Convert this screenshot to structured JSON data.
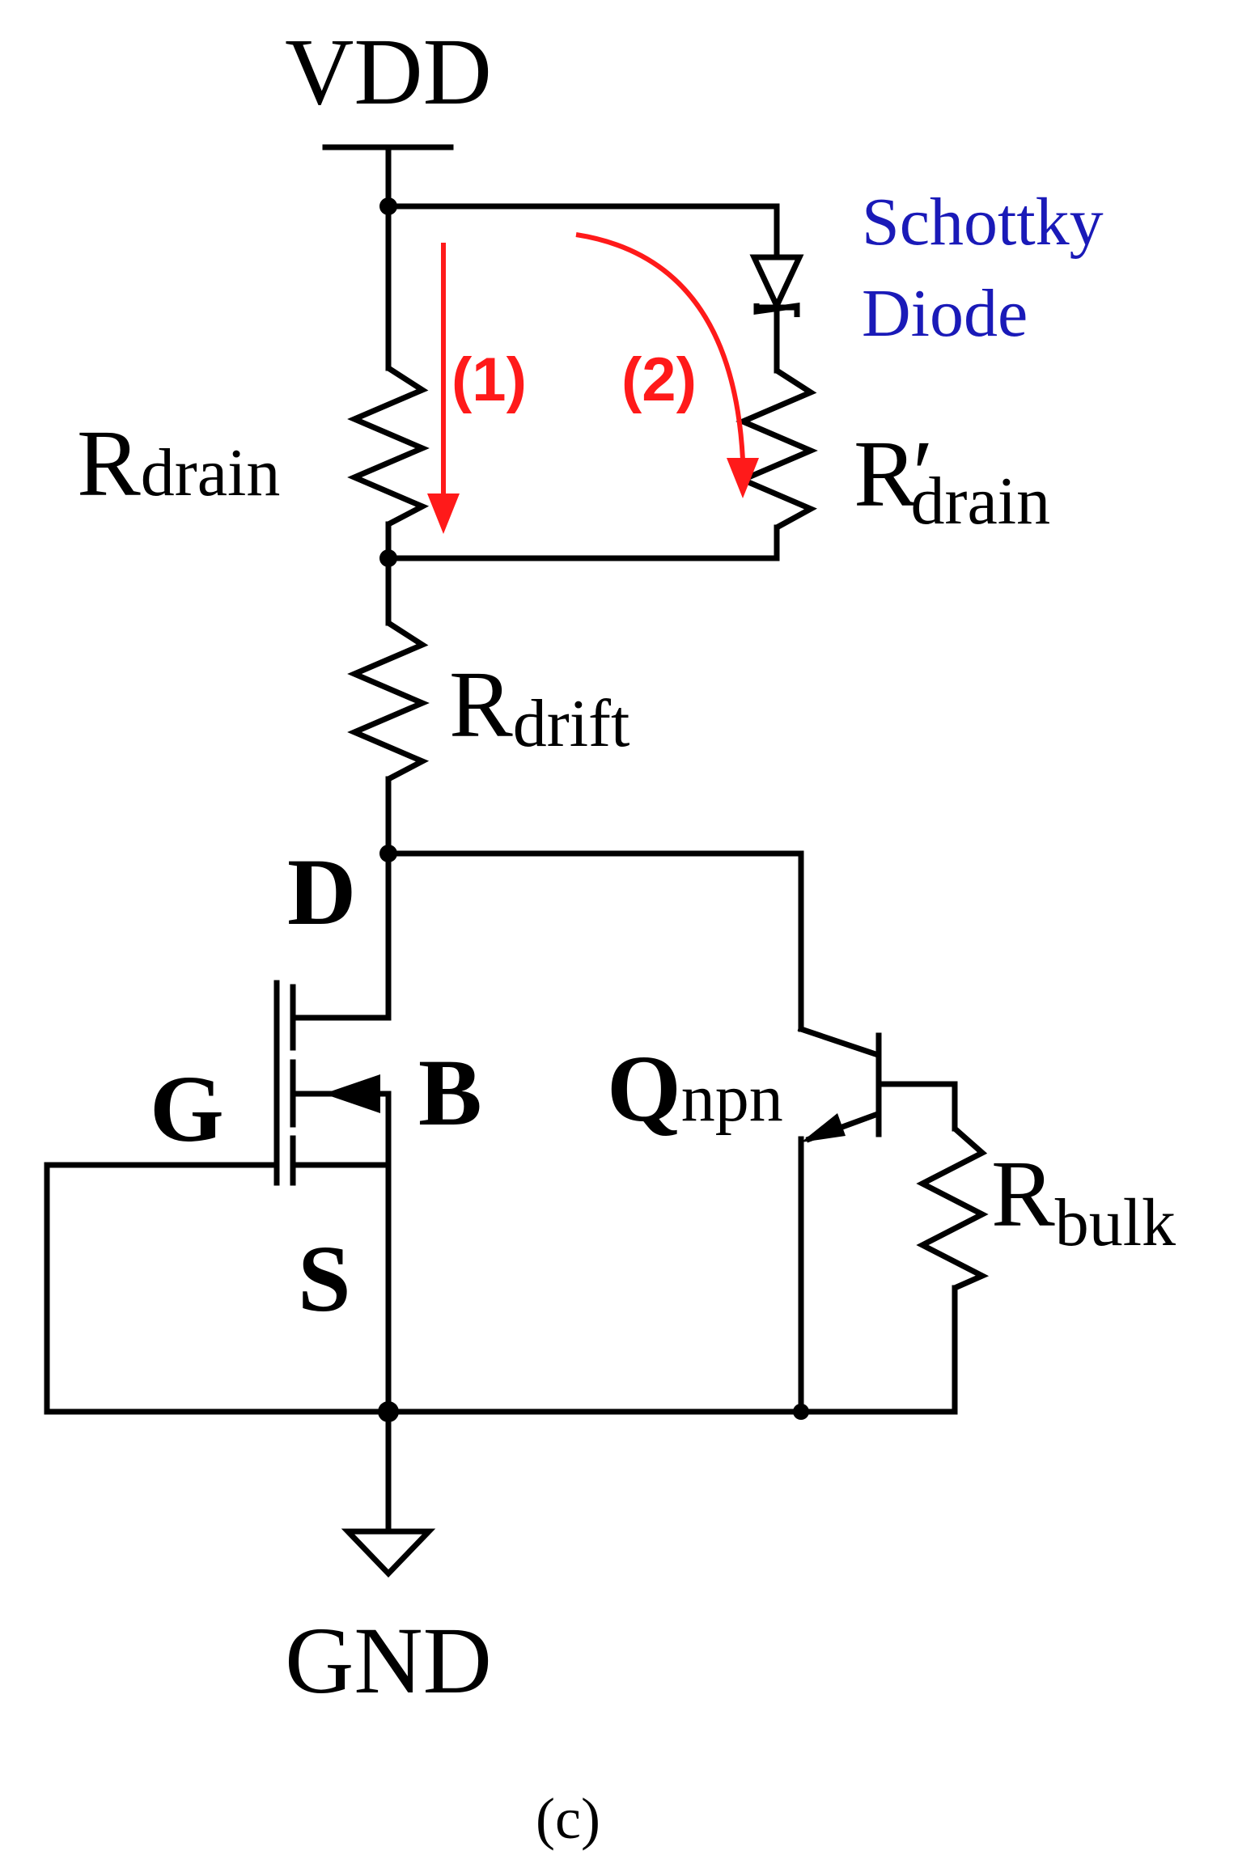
{
  "nodes": {
    "vdd": "VDD",
    "gnd": "GND"
  },
  "diode": {
    "line1": "Schottky",
    "line2": "Diode"
  },
  "resistors": {
    "r_drain": {
      "symbol": "R",
      "subscript": "drain"
    },
    "r_drain_prime": {
      "symbol": "R",
      "prime": "′",
      "subscript": "drain"
    },
    "r_drift": {
      "symbol": "R",
      "subscript": "drift"
    },
    "r_bulk": {
      "symbol": "R",
      "subscript": "bulk"
    }
  },
  "current_paths": {
    "path1": "(1)",
    "path2": "(2)"
  },
  "mosfet": {
    "drain": "D",
    "gate": "G",
    "body": "B",
    "source": "S"
  },
  "bjt": {
    "symbol": "Q",
    "subscript": "npn"
  },
  "caption": "(c)",
  "colors": {
    "wire": "#000000",
    "current_arrows": "#ff1a1a",
    "diode_label": "#1a1ab8"
  }
}
